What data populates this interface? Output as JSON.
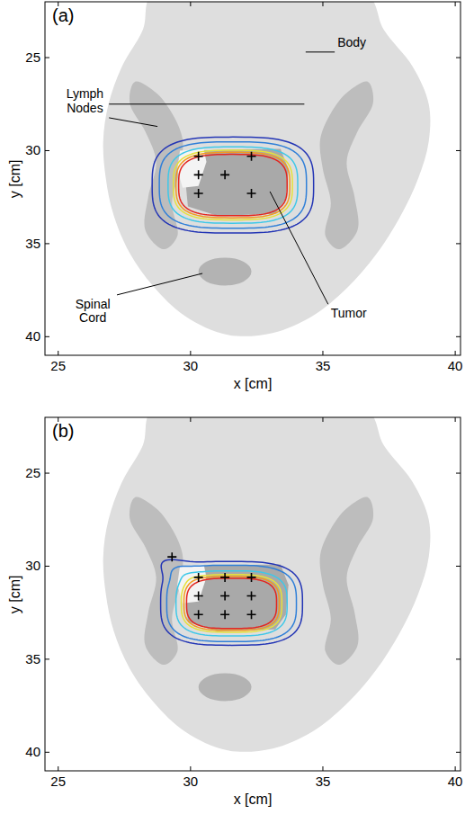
{
  "diagram": {
    "labels": [
      "(a)",
      "Body",
      "Lymph Nodes",
      "Spinal Cord",
      "Tumor",
      "25",
      "30",
      "35",
      "40",
      "y [cm]",
      "25",
      "30",
      "35",
      "40",
      "x [cm]",
      "(b)",
      "25",
      "30",
      "35",
      "40",
      "y [cm]",
      "25",
      "30",
      "35",
      "40",
      "x [cm]"
    ]
  }
}
